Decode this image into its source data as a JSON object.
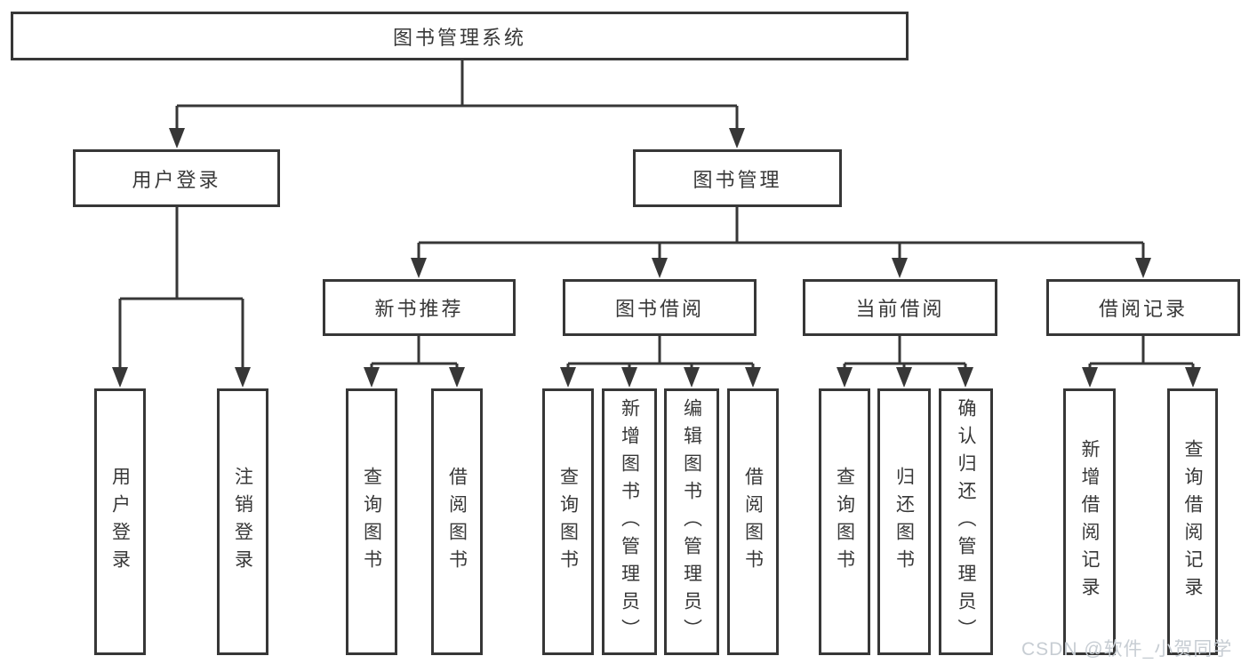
{
  "diagram_type": "hierarchy",
  "tree": {
    "label": "图书管理系统",
    "children": [
      {
        "label": "用户登录",
        "children": [
          {
            "label": "用户登录"
          },
          {
            "label": "注销登录"
          }
        ]
      },
      {
        "label": "图书管理",
        "children": [
          {
            "label": "新书推荐",
            "children": [
              {
                "label": "查询图书"
              },
              {
                "label": "借阅图书"
              }
            ]
          },
          {
            "label": "图书借阅",
            "children": [
              {
                "label": "查询图书"
              },
              {
                "label": "新增图书（管理员）"
              },
              {
                "label": "编辑图书（管理员）"
              },
              {
                "label": "借阅图书"
              }
            ]
          },
          {
            "label": "当前借阅",
            "children": [
              {
                "label": "查询图书"
              },
              {
                "label": "归还图书"
              },
              {
                "label": "确认归还（管理员）"
              }
            ]
          },
          {
            "label": "借阅记录",
            "children": [
              {
                "label": "新增借阅记录"
              },
              {
                "label": "查询借阅记录"
              }
            ]
          }
        ]
      }
    ]
  },
  "watermark": {
    "text": "CSDN @软件_小贺同学"
  },
  "colors": {
    "line": "#373737",
    "box_border": "#373737",
    "text": "#383838",
    "background": "#ffffff",
    "watermark": "#c7cdd3"
  }
}
